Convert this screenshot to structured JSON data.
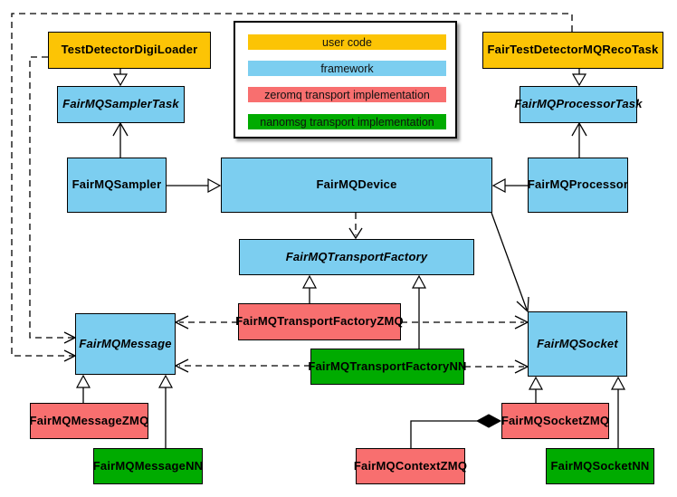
{
  "legend": {
    "items": [
      {
        "label": "user code",
        "category": "user-code",
        "color": "#FCC405"
      },
      {
        "label": "framework",
        "category": "framework",
        "color": "#7CCEF0"
      },
      {
        "label": "zeromq transport implementation",
        "category": "zeromq",
        "color": "#F86F6F"
      },
      {
        "label": "nanomsg transport implementation",
        "category": "nanomsg",
        "color": "#00AB00"
      }
    ]
  },
  "nodes": {
    "digi_loader": {
      "label": "TestDetectorDigiLoader",
      "category": "user code",
      "abstract": false
    },
    "reco_task": {
      "label": "FairTestDetectorMQRecoTask",
      "category": "user code",
      "abstract": false
    },
    "sampler_task": {
      "label": "FairMQSamplerTask",
      "category": "framework",
      "abstract": true
    },
    "processor_task": {
      "label": "FairMQProcessorTask",
      "category": "framework",
      "abstract": true
    },
    "sampler": {
      "label": "FairMQSampler",
      "category": "framework",
      "abstract": false
    },
    "device": {
      "label": "FairMQDevice",
      "category": "framework",
      "abstract": false
    },
    "processor": {
      "label": "FairMQProcessor",
      "category": "framework",
      "abstract": false
    },
    "transport_factory": {
      "label": "FairMQTransportFactory",
      "category": "framework",
      "abstract": true
    },
    "message": {
      "label": "FairMQMessage",
      "category": "framework",
      "abstract": true
    },
    "socket": {
      "label": "FairMQSocket",
      "category": "framework",
      "abstract": true
    },
    "transport_factory_zmq": {
      "label": "FairMQTransportFactoryZMQ",
      "category": "zeromq",
      "abstract": false
    },
    "transport_factory_nn": {
      "label": "FairMQTransportFactoryNN",
      "category": "nanomsg",
      "abstract": false
    },
    "message_zmq": {
      "label": "FairMQMessageZMQ",
      "category": "zeromq",
      "abstract": false
    },
    "message_nn": {
      "label": "FairMQMessageNN",
      "category": "nanomsg",
      "abstract": false
    },
    "context_zmq": {
      "label": "FairMQContextZMQ",
      "category": "zeromq",
      "abstract": false
    },
    "socket_zmq": {
      "label": "FairMQSocketZMQ",
      "category": "zeromq",
      "abstract": false
    },
    "socket_nn": {
      "label": "FairMQSocketNN",
      "category": "nanomsg",
      "abstract": false
    }
  },
  "edges": [
    {
      "from": "TestDetectorDigiLoader",
      "to": "FairMQSamplerTask",
      "type": "inheritance"
    },
    {
      "from": "FairTestDetectorMQRecoTask",
      "to": "FairMQProcessorTask",
      "type": "inheritance"
    },
    {
      "from": "FairMQSampler",
      "to": "FairMQSamplerTask",
      "type": "association"
    },
    {
      "from": "FairMQProcessor",
      "to": "FairMQProcessorTask",
      "type": "association"
    },
    {
      "from": "FairMQSampler",
      "to": "FairMQDevice",
      "type": "inheritance"
    },
    {
      "from": "FairMQProcessor",
      "to": "FairMQDevice",
      "type": "inheritance"
    },
    {
      "from": "FairMQDevice",
      "to": "FairMQTransportFactory",
      "type": "dependency"
    },
    {
      "from": "FairMQDevice",
      "to": "FairMQSocket",
      "type": "association"
    },
    {
      "from": "FairMQTransportFactoryZMQ",
      "to": "FairMQTransportFactory",
      "type": "inheritance"
    },
    {
      "from": "FairMQTransportFactoryNN",
      "to": "FairMQTransportFactory",
      "type": "inheritance"
    },
    {
      "from": "FairMQTransportFactoryZMQ",
      "to": "FairMQMessage",
      "type": "dependency"
    },
    {
      "from": "FairMQTransportFactoryZMQ",
      "to": "FairMQSocket",
      "type": "dependency"
    },
    {
      "from": "FairMQTransportFactoryNN",
      "to": "FairMQMessage",
      "type": "dependency"
    },
    {
      "from": "FairMQTransportFactoryNN",
      "to": "FairMQSocket",
      "type": "dependency"
    },
    {
      "from": "FairMQMessageZMQ",
      "to": "FairMQMessage",
      "type": "inheritance"
    },
    {
      "from": "FairMQMessageNN",
      "to": "FairMQMessage",
      "type": "inheritance"
    },
    {
      "from": "FairMQSocketZMQ",
      "to": "FairMQSocket",
      "type": "inheritance"
    },
    {
      "from": "FairMQSocketNN",
      "to": "FairMQSocket",
      "type": "inheritance"
    },
    {
      "from": "FairMQContextZMQ",
      "to": "FairMQSocketZMQ",
      "type": "composition"
    },
    {
      "from": "TestDetectorDigiLoader",
      "to": "FairMQMessage",
      "type": "dependency"
    },
    {
      "from": "FairTestDetectorMQRecoTask",
      "to": "FairMQMessage",
      "type": "dependency"
    }
  ]
}
